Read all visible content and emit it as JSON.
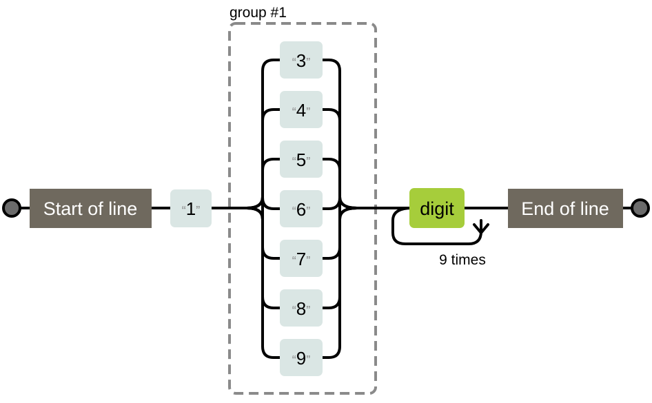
{
  "diagram": {
    "start_label": "Start of line",
    "end_label": "End of line",
    "first_literal": "1",
    "group_label": "group #1",
    "alternatives": [
      "3",
      "4",
      "5",
      "6",
      "7",
      "8",
      "9"
    ],
    "repeat_token": "digit",
    "repeat_label": "9 times"
  },
  "colors": {
    "anchor": "#6f695e",
    "literal": "#dae6e4",
    "token": "#a6cd3b",
    "group_border": "#8a8a8a"
  }
}
